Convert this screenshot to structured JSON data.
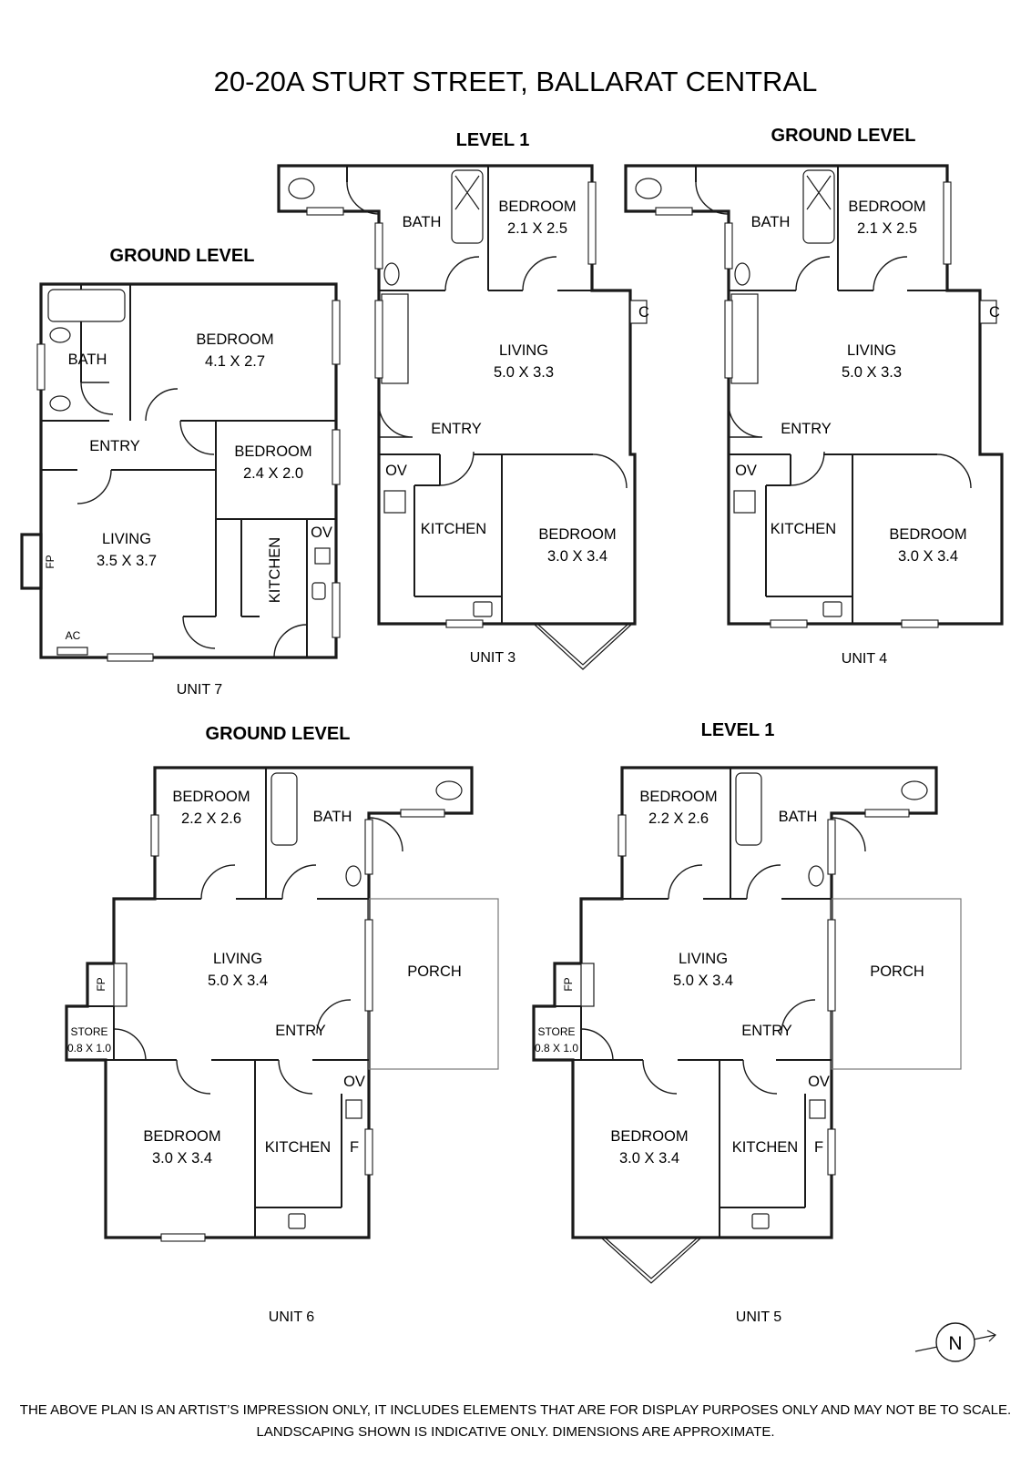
{
  "title": "20-20A STURT STREET, BALLARAT CENTRAL",
  "north_label": "N",
  "disclaimer": [
    "THE ABOVE PLAN IS AN ARTIST’S IMPRESSION ONLY, IT INCLUDES ELEMENTS THAT ARE FOR DISPLAY PURPOSES ONLY AND MAY NOT BE TO SCALE.",
    "LANDSCAPING SHOWN IS INDICATIVE ONLY. DIMENSIONS ARE APPROXIMATE."
  ],
  "unit7": {
    "level": "GROUND LEVEL",
    "unit": "UNIT 7",
    "bath": "BATH",
    "bed1": "BEDROOM",
    "bed1_dim": "4.1 X 2.7",
    "entry": "ENTRY",
    "bed2": "BEDROOM",
    "bed2_dim": "2.4 X 2.0",
    "living": "LIVING",
    "living_dim": "3.5 X 3.7",
    "kitchen": "KITCHEN",
    "ov": "OV",
    "fp": "FP",
    "ac": "AC"
  },
  "unit3": {
    "level": "LEVEL 1",
    "unit": "UNIT 3",
    "bath": "BATH",
    "bed1": "BEDROOM",
    "bed1_dim": "2.1 X 2.5",
    "c": "C",
    "living": "LIVING",
    "living_dim": "5.0 X 3.3",
    "entry": "ENTRY",
    "ov": "OV",
    "kitchen": "KITCHEN",
    "bed2": "BEDROOM",
    "bed2_dim": "3.0 X 3.4"
  },
  "unit4": {
    "level": "GROUND LEVEL",
    "unit": "UNIT 4",
    "bath": "BATH",
    "bed1": "BEDROOM",
    "bed1_dim": "2.1 X 2.5",
    "c": "C",
    "living": "LIVING",
    "living_dim": "5.0 X 3.3",
    "entry": "ENTRY",
    "ov": "OV",
    "kitchen": "KITCHEN",
    "bed2": "BEDROOM",
    "bed2_dim": "3.0 X 3.4"
  },
  "unit6": {
    "level": "GROUND LEVEL",
    "unit": "UNIT  6",
    "bed1": "BEDROOM",
    "bed1_dim": "2.2 X 2.6",
    "bath": "BATH",
    "living": "LIVING",
    "living_dim": "5.0 X 3.4",
    "porch": "PORCH",
    "fp": "FP",
    "store": "STORE",
    "store_dim": "0.8 X 1.0",
    "entry": "ENTRY",
    "bed2": "BEDROOM",
    "bed2_dim": "3.0 X 3.4",
    "kitchen": "KITCHEN",
    "ov": "OV",
    "f": "F"
  },
  "unit5": {
    "level": "LEVEL 1",
    "unit": "UNIT 5",
    "bed1": "BEDROOM",
    "bed1_dim": "2.2 X 2.6",
    "bath": "BATH",
    "living": "LIVING",
    "living_dim": "5.0 X 3.4",
    "porch": "PORCH",
    "fp": "FP",
    "store": "STORE",
    "store_dim": "0.8 X 1.0",
    "entry": "ENTRY",
    "bed2": "BEDROOM",
    "bed2_dim": "3.0 X 3.4",
    "kitchen": "KITCHEN",
    "ov": "OV",
    "f": "F"
  }
}
